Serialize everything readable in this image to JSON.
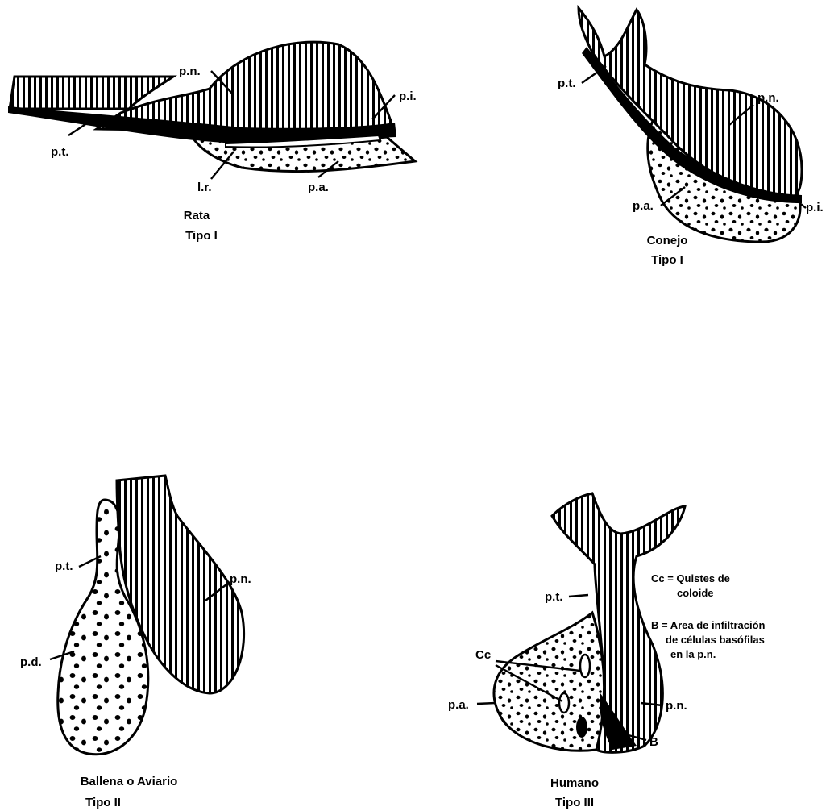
{
  "panels": [
    {
      "id": "rata",
      "caption_line1": "Rata",
      "caption_line2": "Tipo I",
      "labels": {
        "pn": "p.n.",
        "pt": "p.t.",
        "pi": "p.i.",
        "lr": "l.r.",
        "pa": "p.a."
      }
    },
    {
      "id": "conejo",
      "caption_line1": "Conejo",
      "caption_line2": "Tipo  I",
      "labels": {
        "pt": "p.t.",
        "pn": "p.n.",
        "pa": "p.a.",
        "pi": "p.i."
      }
    },
    {
      "id": "ballena",
      "caption_line1": "Ballena o Aviario",
      "caption_line2": "Tipo II",
      "labels": {
        "pt": "p.t.",
        "pn": "p.n.",
        "pd": "p.d."
      }
    },
    {
      "id": "humano",
      "caption_line1": "Humano",
      "caption_line2": "Tipo  III",
      "labels": {
        "pt": "p.t.",
        "cc": "Cc",
        "pa": "p.a.",
        "pn": "p.n.",
        "b": "B"
      },
      "legend": {
        "cc_line1": "Cc = Quistes de",
        "cc_line2": "coloide",
        "b_line1": "B = Area de infiltración",
        "b_line2": "de células basófilas",
        "b_line3": "en la p.n."
      }
    }
  ],
  "colors": {
    "ink": "#000000",
    "paper": "#ffffff"
  }
}
